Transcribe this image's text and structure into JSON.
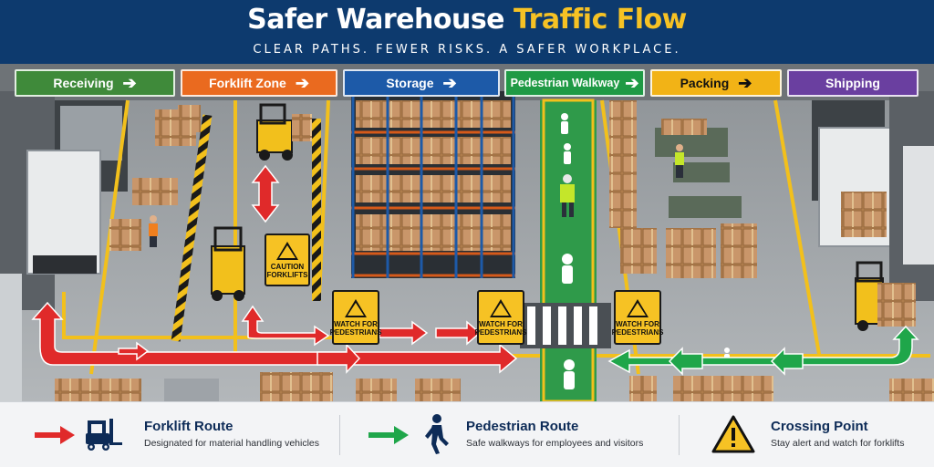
{
  "header": {
    "title_part1": "Safer Warehouse ",
    "title_part2": "Traffic Flow",
    "subtitle": "CLEAR PATHS. FEWER RISKS. A SAFER WORKPLACE.",
    "colors": {
      "background": "#0d3a6e",
      "title_accent": "#f6c224"
    }
  },
  "zones": [
    {
      "label": "Receiving",
      "color": "#3f8a3a",
      "arrow": "➔"
    },
    {
      "label": "Forklift Zone",
      "color": "#ea6a1f",
      "arrow": "➔"
    },
    {
      "label": "Storage",
      "color": "#1d5aa8",
      "arrow": "➔"
    },
    {
      "label": "Pedestrian Walkway",
      "color": "#1f9a45",
      "arrow": "➔"
    },
    {
      "label": "Packing",
      "color": "#f2b316",
      "arrow": "➔"
    },
    {
      "label": "Shipping",
      "color": "#6a3fa0",
      "arrow": ""
    }
  ],
  "signs": {
    "caution": "CAUTION FORKLIFTS",
    "watch1": "WATCH FOR PEDESTRIANS",
    "watch2": "WATCH FOR PEDESTRIANS",
    "watch3": "WATCH FOR PEDESTRIANS"
  },
  "legend": {
    "forklift": {
      "title": "Forklift Route",
      "desc": "Designated for material handling vehicles",
      "color": "#e02a2a",
      "icon": "forklift-icon"
    },
    "pedestrian": {
      "title": "Pedestrian Route",
      "desc": "Safe walkways for employees and visitors",
      "color": "#1f9a45",
      "icon": "walking-person-icon"
    },
    "crossing": {
      "title": "Crossing Point",
      "desc": "Stay alert and watch for forklifts",
      "color": "#f6c224",
      "icon": "warning-triangle-icon"
    }
  }
}
